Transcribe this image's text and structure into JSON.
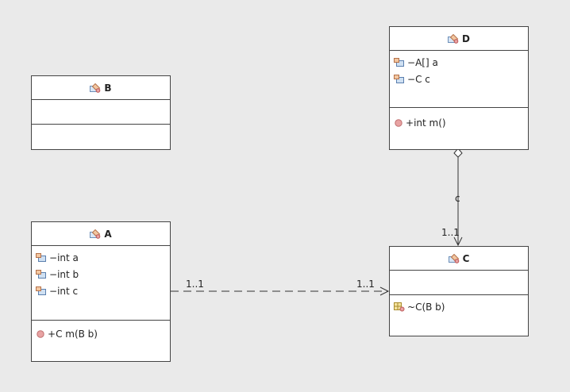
{
  "classes": {
    "B": {
      "name": "B",
      "attributes": [],
      "operations": []
    },
    "D": {
      "name": "D",
      "attributes": [
        {
          "visibility": "−",
          "text": "A[] a"
        },
        {
          "visibility": "−",
          "text": "C c"
        }
      ],
      "operations": [
        {
          "visibility": "+",
          "text": "int m()"
        }
      ]
    },
    "A": {
      "name": "A",
      "attributes": [
        {
          "visibility": "−",
          "text": "int a"
        },
        {
          "visibility": "−",
          "text": "int b"
        },
        {
          "visibility": "−",
          "text": "int c"
        }
      ],
      "operations": [
        {
          "visibility": "+",
          "text": "C m(B b)"
        }
      ]
    },
    "C": {
      "name": "C",
      "attributes": [],
      "operations": [
        {
          "visibility": "~",
          "text": "C(B b)",
          "kind": "constructor"
        }
      ]
    }
  },
  "relations": {
    "aggregation_D_C": {
      "label": "c",
      "target_multiplicity": "1..1"
    },
    "dependency_A_C": {
      "source_multiplicity": "1..1",
      "target_multiplicity": "1..1"
    }
  },
  "icons": {
    "class": "class-icon",
    "field": "field-icon",
    "method": "method-icon",
    "constructor": "constructor-icon"
  },
  "colors": {
    "background": "#eaeaea",
    "box_fill": "#ffffff",
    "box_border": "#444444",
    "method_dot": "#e8a3a3",
    "line": "#333333"
  }
}
